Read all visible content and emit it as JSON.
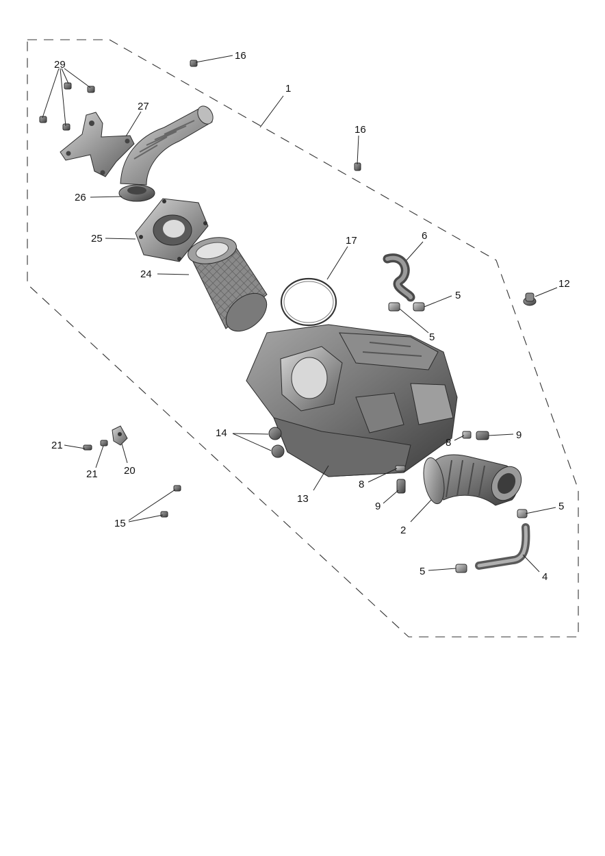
{
  "diagram": {
    "callouts": [
      {
        "id": "c1",
        "label": "1"
      },
      {
        "id": "c29",
        "label": "29"
      },
      {
        "id": "c16a",
        "label": "16"
      },
      {
        "id": "c27",
        "label": "27"
      },
      {
        "id": "c16b",
        "label": "16"
      },
      {
        "id": "c26",
        "label": "26"
      },
      {
        "id": "c25",
        "label": "25"
      },
      {
        "id": "c24",
        "label": "24"
      },
      {
        "id": "c17",
        "label": "17"
      },
      {
        "id": "c6",
        "label": "6"
      },
      {
        "id": "c12",
        "label": "12"
      },
      {
        "id": "c5a",
        "label": "5"
      },
      {
        "id": "c5b",
        "label": "5"
      },
      {
        "id": "c14",
        "label": "14"
      },
      {
        "id": "c8a",
        "label": "8"
      },
      {
        "id": "c9a",
        "label": "9"
      },
      {
        "id": "c21a",
        "label": "21"
      },
      {
        "id": "c21b",
        "label": "21"
      },
      {
        "id": "c20",
        "label": "20"
      },
      {
        "id": "c13",
        "label": "13"
      },
      {
        "id": "c8b",
        "label": "8"
      },
      {
        "id": "c9b",
        "label": "9"
      },
      {
        "id": "c15",
        "label": "15"
      },
      {
        "id": "c2",
        "label": "2"
      },
      {
        "id": "c5c",
        "label": "5"
      },
      {
        "id": "c5d",
        "label": "5"
      },
      {
        "id": "c4",
        "label": "4"
      }
    ]
  }
}
